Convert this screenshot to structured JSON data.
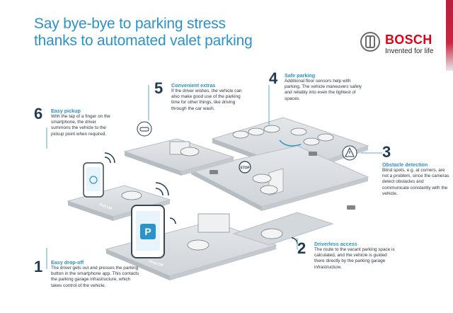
{
  "title": {
    "line1": "Say bye-bye to parking stress",
    "line2": "thanks to automated valet parking"
  },
  "brand": {
    "name": "BOSCH",
    "tagline": "Invented for life",
    "color": "#e20015"
  },
  "steps": [
    {
      "number": "1",
      "heading": "Easy drop-off",
      "text": "The driver gets out and presses the parking button in the smartphone app. This contacts the parking garage infrastructure, which takes control of the vehicle."
    },
    {
      "number": "2",
      "heading": "Driverless access",
      "text": "The route to the vacant parking space is calculated, and the vehicle is guided there directly by the parking garage infrastructure."
    },
    {
      "number": "3",
      "heading": "Obstacle detection",
      "text": "Blind spots, e.g. at corners, are not a problem, since the cameras detect obstacles and communicate constantly with the vehicle."
    },
    {
      "number": "4",
      "heading": "Safe parking",
      "text": "Additional floor sensors help with parking. The vehicle maneuvers safely and reliably into even the tightest of spaces."
    },
    {
      "number": "5",
      "heading": "Convenient extras",
      "text": "If the driver wishes, the vehicle can also make good use of the parking time for other things, like driving through the car wash."
    },
    {
      "number": "6",
      "heading": "Easy pickup",
      "text": "With the tap of a finger on the smartphone, the driver summons the vehicle to the pickup point when required."
    }
  ],
  "scene_labels": {
    "pick_up": "Pick-Up",
    "drop_off": "Drop-Off",
    "stop_sign": "STOP",
    "parking_button": "P"
  },
  "colors": {
    "accent": "#2b93c7",
    "number": "#1f3a52",
    "platform": "#d9dde0"
  }
}
